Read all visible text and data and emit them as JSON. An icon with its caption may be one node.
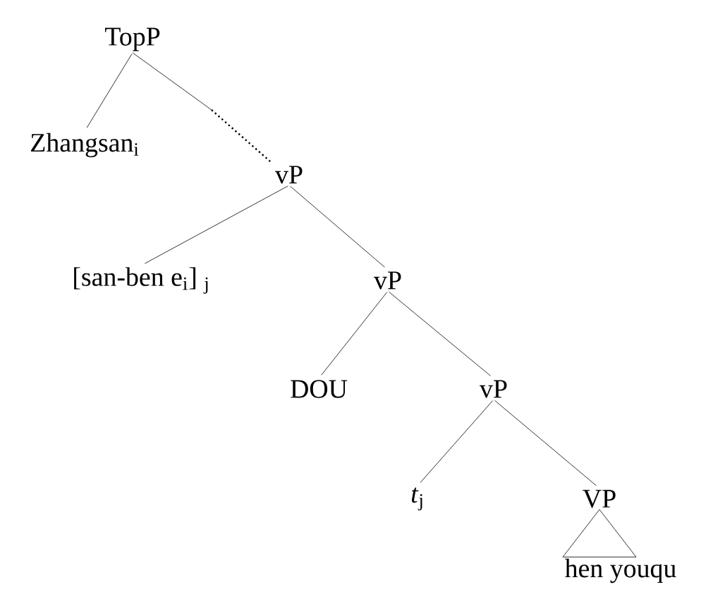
{
  "diagram": {
    "nodes": [
      {
        "text": [
          "TopP"
        ]
      },
      {
        "text": [
          "Zhangsan$_{i}$"
        ]
      },
      {
        "text": [
          "vP"
        ]
      },
      {
        "text": [
          "[san-ben e$_{i}$] $_{j}$"
        ]
      },
      {
        "text": [
          "vP"
        ]
      },
      {
        "text": [
          "DOU"
        ]
      },
      {
        "text": [
          "vP"
        ]
      },
      {
        "text": [
          "*t*$_{j}$"
        ]
      },
      {
        "text": [
          "VP"
        ]
      },
      {
        "text": [
          "hen youqu"
        ]
      }
    ],
    "edges": [
      {
        "from": 0,
        "to": 1,
        "arrow": "none"
      },
      {
        "from": 0,
        "to": 2,
        "arrow": "none"
      },
      {
        "from": 2,
        "to": 3,
        "arrow": "none"
      },
      {
        "from": 2,
        "to": 4,
        "arrow": "none"
      },
      {
        "from": 4,
        "to": 5,
        "arrow": "none"
      },
      {
        "from": 4,
        "to": 6,
        "arrow": "none"
      },
      {
        "from": 6,
        "to": 7,
        "arrow": "none"
      },
      {
        "from": 6,
        "to": 8,
        "arrow": "none"
      },
      {
        "from": 8,
        "to": 9,
        "arrow": "none"
      }
    ]
  }
}
